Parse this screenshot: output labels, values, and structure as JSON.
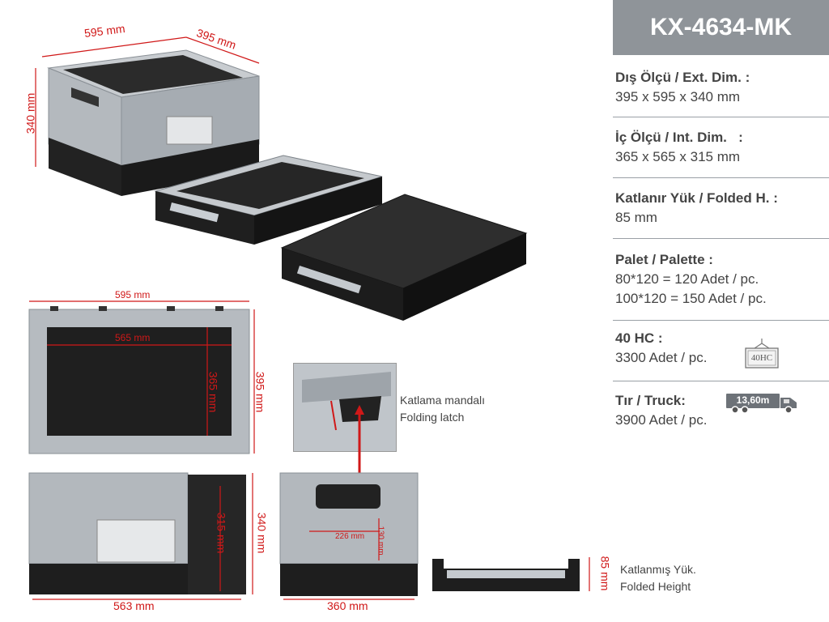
{
  "product": {
    "code": "KX-4634-MK"
  },
  "specs": [
    {
      "label": "Dış Ölçü / Ext. Dim. :",
      "values": [
        "395 x 595 x 340 mm"
      ]
    },
    {
      "label": "İç Ölçü / Int. Dim.   :",
      "values": [
        "365 x 565 x 315 mm"
      ]
    },
    {
      "label": "Katlanır Yük / Folded H. :",
      "values": [
        "85 mm"
      ]
    },
    {
      "label": "Palet / Palette :",
      "values": [
        "80*120 = 120 Adet / pc.",
        "100*120 = 150 Adet / pc."
      ]
    },
    {
      "label": "40 HC :",
      "values": [
        "3300 Adet / pc."
      ],
      "icon_text": "40HC"
    },
    {
      "label": "Tır / Truck:",
      "values": [
        "3900 Adet / pc."
      ],
      "icon_text": "13,60m"
    }
  ],
  "dimensions": {
    "iso_length": "595 mm",
    "iso_width": "395 mm",
    "iso_height": "340 mm",
    "top_outer_length": "595 mm",
    "top_inner_length": "565 mm",
    "top_inner_width": "365 mm",
    "top_outer_width": "395 mm",
    "side_length": "563 mm",
    "side_inner_height": "315 mm",
    "side_height": "340 mm",
    "front_width": "360 mm",
    "front_handle_width": "226 mm",
    "front_handle_height": "130 mm",
    "folded_height": "85 mm"
  },
  "captions": {
    "latch_tr": "Katlama mandalı",
    "latch_en": "Folding latch",
    "folded_tr": "Katlanmış Yük.",
    "folded_en": "Folded Height"
  },
  "colors": {
    "dimension": "#d01818",
    "panel_header": "#8f9499",
    "crate_grey": "#aab0b6",
    "crate_black": "#222222"
  }
}
